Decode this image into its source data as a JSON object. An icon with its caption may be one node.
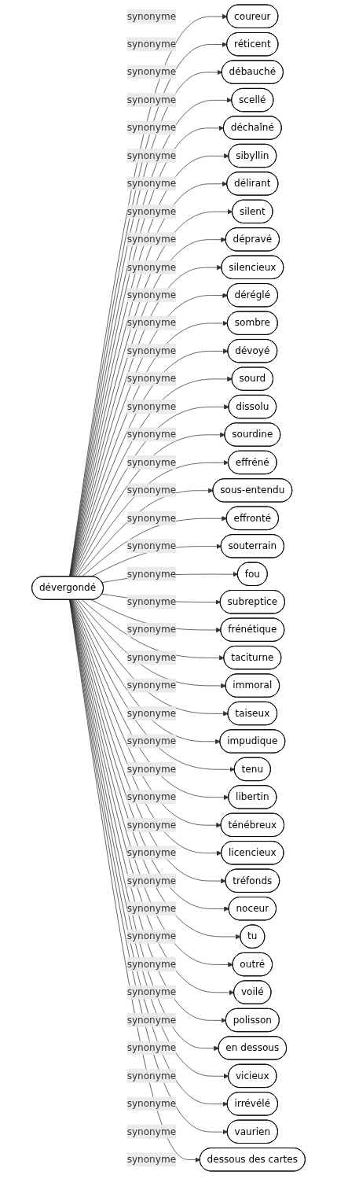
{
  "diagram": {
    "nodes": [
      {
        "text": [
          "dévergondé"
        ]
      },
      {
        "text": [
          "coureur"
        ]
      },
      {
        "text": [
          "réticent"
        ]
      },
      {
        "text": [
          "débauché"
        ]
      },
      {
        "text": [
          "scellé"
        ]
      },
      {
        "text": [
          "déchaîné"
        ]
      },
      {
        "text": [
          "sibyllin"
        ]
      },
      {
        "text": [
          "délirant"
        ]
      },
      {
        "text": [
          "silent"
        ]
      },
      {
        "text": [
          "dépravé"
        ]
      },
      {
        "text": [
          "silencieux"
        ]
      },
      {
        "text": [
          "déréglé"
        ]
      },
      {
        "text": [
          "sombre"
        ]
      },
      {
        "text": [
          "dévoyé"
        ]
      },
      {
        "text": [
          "sourd"
        ]
      },
      {
        "text": [
          "dissolu"
        ]
      },
      {
        "text": [
          "sourdine"
        ]
      },
      {
        "text": [
          "effréné"
        ]
      },
      {
        "text": [
          "sous-entendu"
        ]
      },
      {
        "text": [
          "effronté"
        ]
      },
      {
        "text": [
          "souterrain"
        ]
      },
      {
        "text": [
          "fou"
        ]
      },
      {
        "text": [
          "subreptice"
        ]
      },
      {
        "text": [
          "frénétique"
        ]
      },
      {
        "text": [
          "taciturne"
        ]
      },
      {
        "text": [
          "immoral"
        ]
      },
      {
        "text": [
          "taiseux"
        ]
      },
      {
        "text": [
          "impudique"
        ]
      },
      {
        "text": [
          "tenu"
        ]
      },
      {
        "text": [
          "libertin"
        ]
      },
      {
        "text": [
          "ténébreux"
        ]
      },
      {
        "text": [
          "licencieux"
        ]
      },
      {
        "text": [
          "tréfonds"
        ]
      },
      {
        "text": [
          "noceur"
        ]
      },
      {
        "text": [
          "tu"
        ]
      },
      {
        "text": [
          "outré"
        ]
      },
      {
        "text": [
          "voilé"
        ]
      },
      {
        "text": [
          "polisson"
        ]
      },
      {
        "text": [
          "en dessous"
        ]
      },
      {
        "text": [
          "vicieux"
        ]
      },
      {
        "text": [
          "irrévélé"
        ]
      },
      {
        "text": [
          "vaurien"
        ]
      },
      {
        "text": [
          "dessous des cartes"
        ]
      }
    ],
    "edges": [
      {
        "from": 0,
        "to": 1,
        "arrow": "to",
        "label": "synonyme"
      },
      {
        "from": 0,
        "to": 2,
        "arrow": "to",
        "label": "synonyme"
      },
      {
        "from": 0,
        "to": 3,
        "arrow": "to",
        "label": "synonyme"
      },
      {
        "from": 0,
        "to": 4,
        "arrow": "to",
        "label": "synonyme"
      },
      {
        "from": 0,
        "to": 5,
        "arrow": "to",
        "label": "synonyme"
      },
      {
        "from": 0,
        "to": 6,
        "arrow": "to",
        "label": "synonyme"
      },
      {
        "from": 0,
        "to": 7,
        "arrow": "to",
        "label": "synonyme"
      },
      {
        "from": 0,
        "to": 8,
        "arrow": "to",
        "label": "synonyme"
      },
      {
        "from": 0,
        "to": 9,
        "arrow": "to",
        "label": "synonyme"
      },
      {
        "from": 0,
        "to": 10,
        "arrow": "to",
        "label": "synonyme"
      },
      {
        "from": 0,
        "to": 11,
        "arrow": "to",
        "label": "synonyme"
      },
      {
        "from": 0,
        "to": 12,
        "arrow": "to",
        "label": "synonyme"
      },
      {
        "from": 0,
        "to": 13,
        "arrow": "to",
        "label": "synonyme"
      },
      {
        "from": 0,
        "to": 14,
        "arrow": "to",
        "label": "synonyme"
      },
      {
        "from": 0,
        "to": 15,
        "arrow": "to",
        "label": "synonyme"
      },
      {
        "from": 0,
        "to": 16,
        "arrow": "to",
        "label": "synonyme"
      },
      {
        "from": 0,
        "to": 17,
        "arrow": "to",
        "label": "synonyme"
      },
      {
        "from": 0,
        "to": 18,
        "arrow": "to",
        "label": "synonyme"
      },
      {
        "from": 0,
        "to": 19,
        "arrow": "to",
        "label": "synonyme"
      },
      {
        "from": 0,
        "to": 20,
        "arrow": "to",
        "label": "synonyme"
      },
      {
        "from": 0,
        "to": 21,
        "arrow": "to",
        "label": "synonyme"
      },
      {
        "from": 0,
        "to": 22,
        "arrow": "to",
        "label": "synonyme"
      },
      {
        "from": 0,
        "to": 23,
        "arrow": "to",
        "label": "synonyme"
      },
      {
        "from": 0,
        "to": 24,
        "arrow": "to",
        "label": "synonyme"
      },
      {
        "from": 0,
        "to": 25,
        "arrow": "to",
        "label": "synonyme"
      },
      {
        "from": 0,
        "to": 26,
        "arrow": "to",
        "label": "synonyme"
      },
      {
        "from": 0,
        "to": 27,
        "arrow": "to",
        "label": "synonyme"
      },
      {
        "from": 0,
        "to": 28,
        "arrow": "to",
        "label": "synonyme"
      },
      {
        "from": 0,
        "to": 29,
        "arrow": "to",
        "label": "synonyme"
      },
      {
        "from": 0,
        "to": 30,
        "arrow": "to",
        "label": "synonyme"
      },
      {
        "from": 0,
        "to": 31,
        "arrow": "to",
        "label": "synonyme"
      },
      {
        "from": 0,
        "to": 32,
        "arrow": "to",
        "label": "synonyme"
      },
      {
        "from": 0,
        "to": 33,
        "arrow": "to",
        "label": "synonyme"
      },
      {
        "from": 0,
        "to": 34,
        "arrow": "to",
        "label": "synonyme"
      },
      {
        "from": 0,
        "to": 35,
        "arrow": "to",
        "label": "synonyme"
      },
      {
        "from": 0,
        "to": 36,
        "arrow": "to",
        "label": "synonyme"
      },
      {
        "from": 0,
        "to": 37,
        "arrow": "to",
        "label": "synonyme"
      },
      {
        "from": 0,
        "to": 38,
        "arrow": "to",
        "label": "synonyme"
      },
      {
        "from": 0,
        "to": 39,
        "arrow": "to",
        "label": "synonyme"
      },
      {
        "from": 0,
        "to": 40,
        "arrow": "to",
        "label": "synonyme"
      },
      {
        "from": 0,
        "to": 41,
        "arrow": "to",
        "label": "synonyme"
      },
      {
        "from": 0,
        "to": 42,
        "arrow": "to",
        "label": "synonyme"
      }
    ]
  }
}
